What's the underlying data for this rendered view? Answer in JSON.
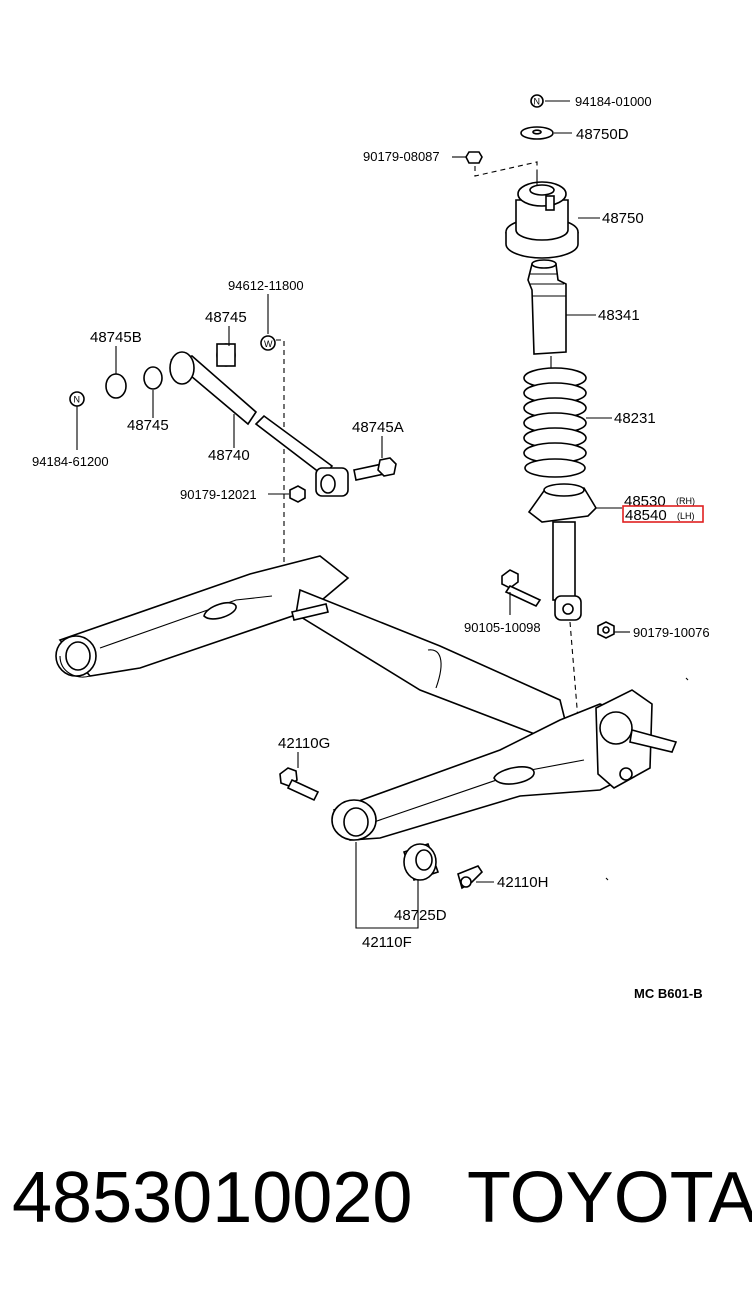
{
  "diagram": {
    "labels": {
      "l_94184_01000": "94184-01000",
      "l_48750D": "48750D",
      "l_90179_08087": "90179-08087",
      "l_48750": "48750",
      "l_48341": "48341",
      "l_48231": "48231",
      "l_48530": "48530",
      "l_rh": "(RH)",
      "l_48540": "48540",
      "l_lh": "(LH)",
      "l_94612_11800": "94612-11800",
      "l_48745": "48745",
      "l_48745B": "48745B",
      "l_48745_b": "48745",
      "l_48740": "48740",
      "l_48745A": "48745A",
      "l_94184_61200": "94184-61200",
      "l_90179_12021": "90179-12021",
      "l_90105_10098": "90105-10098",
      "l_90179_10076": "90179-10076",
      "l_42110G": "42110G",
      "l_42110H": "42110H",
      "l_48725D": "48725D",
      "l_42110F": "42110F",
      "nut_mark": "N",
      "washer_mark": "W",
      "code": "MC  B601-B"
    },
    "highlight_color": "#e02020"
  },
  "caption": {
    "part_number": "4853010020",
    "brand": "TOYOTA"
  }
}
